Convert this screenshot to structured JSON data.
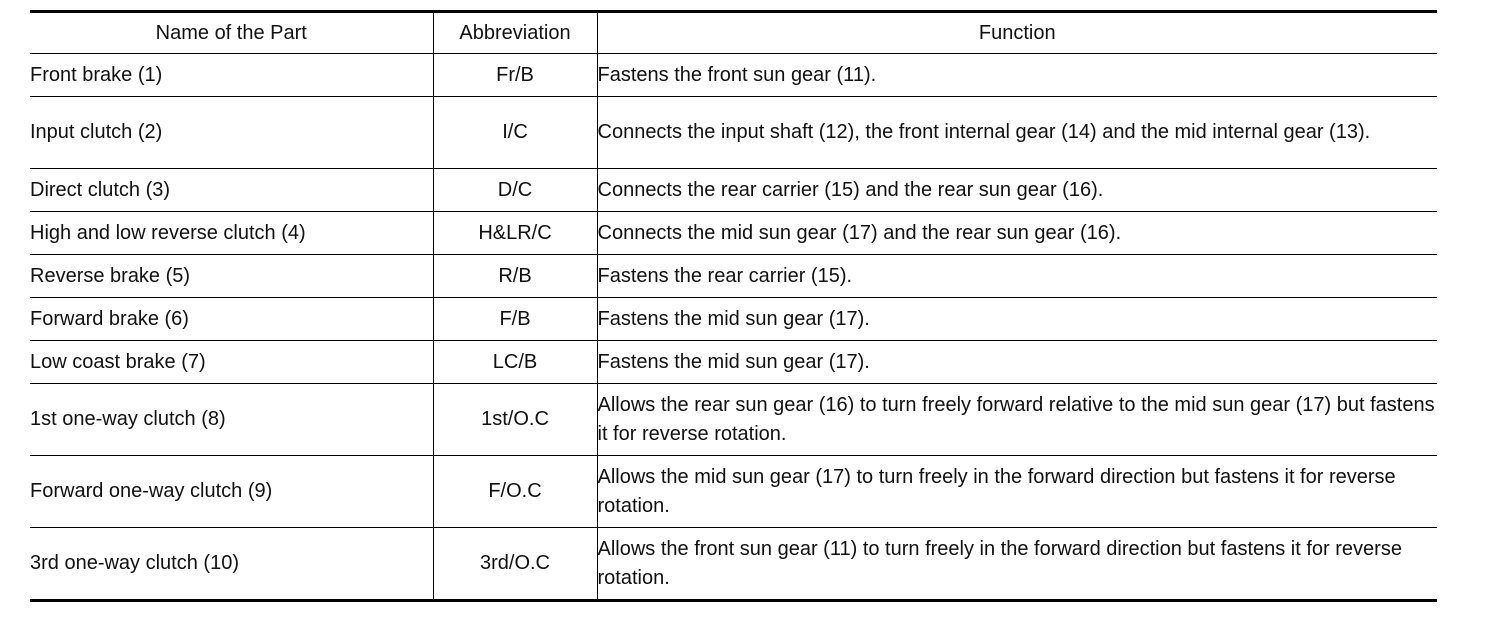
{
  "table": {
    "headers": {
      "name": "Name of the Part",
      "abbreviation": "Abbreviation",
      "function": "Function"
    },
    "rows": [
      {
        "name": "Front brake (1)",
        "abbreviation": "Fr/B",
        "function": "Fastens the front sun gear (11)."
      },
      {
        "name": "Input clutch (2)",
        "abbreviation": "I/C",
        "function": "Connects the input shaft (12), the front internal gear (14) and the mid internal gear (13)."
      },
      {
        "name": "Direct clutch (3)",
        "abbreviation": "D/C",
        "function": "Connects the rear carrier (15) and the rear sun gear (16)."
      },
      {
        "name": "High and low reverse clutch (4)",
        "abbreviation": "H&LR/C",
        "function": "Connects the mid sun gear (17) and the rear sun gear (16)."
      },
      {
        "name": "Reverse brake (5)",
        "abbreviation": "R/B",
        "function": "Fastens the rear carrier (15)."
      },
      {
        "name": "Forward brake (6)",
        "abbreviation": "F/B",
        "function": "Fastens the mid sun gear (17)."
      },
      {
        "name": "Low coast brake (7)",
        "abbreviation": "LC/B",
        "function": "Fastens the mid sun gear (17)."
      },
      {
        "name": "1st one-way clutch (8)",
        "abbreviation": "1st/O.C",
        "function": "Allows the rear sun gear (16) to turn freely forward relative to the mid sun gear (17) but fastens it for reverse rotation."
      },
      {
        "name": "Forward one-way clutch (9)",
        "abbreviation": "F/O.C",
        "function": "Allows the mid sun gear (17) to turn freely in the forward direction but fastens it for reverse rotation."
      },
      {
        "name": "3rd one-way clutch (10)",
        "abbreviation": "3rd/O.C",
        "function": "Allows the front sun gear (11) to turn freely in the forward direction but fastens it for reverse rotation."
      }
    ]
  }
}
